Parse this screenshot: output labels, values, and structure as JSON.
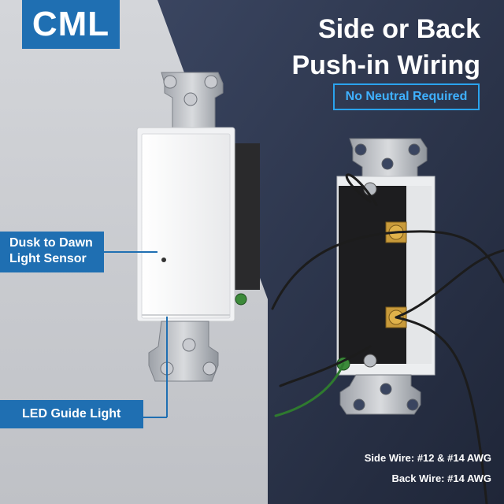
{
  "brand": {
    "name": "CML"
  },
  "headline": {
    "line1": "Side or Back",
    "line2": "Push-in Wiring"
  },
  "badge": {
    "label": "No Neutral Required"
  },
  "callouts": {
    "sensor_line1": "Dusk to Dawn",
    "sensor_line2": "Light Sensor",
    "led": "LED Guide Light"
  },
  "specs": {
    "side_wire": "Side Wire: #12 & #14 AWG",
    "back_wire": "Back Wire: #14 AWG"
  },
  "colors": {
    "accent": "#1f6fb2",
    "badge_outline": "#2aa3ee",
    "dark_panel": "#2b3550",
    "light_panel": "#c9cbd0"
  }
}
